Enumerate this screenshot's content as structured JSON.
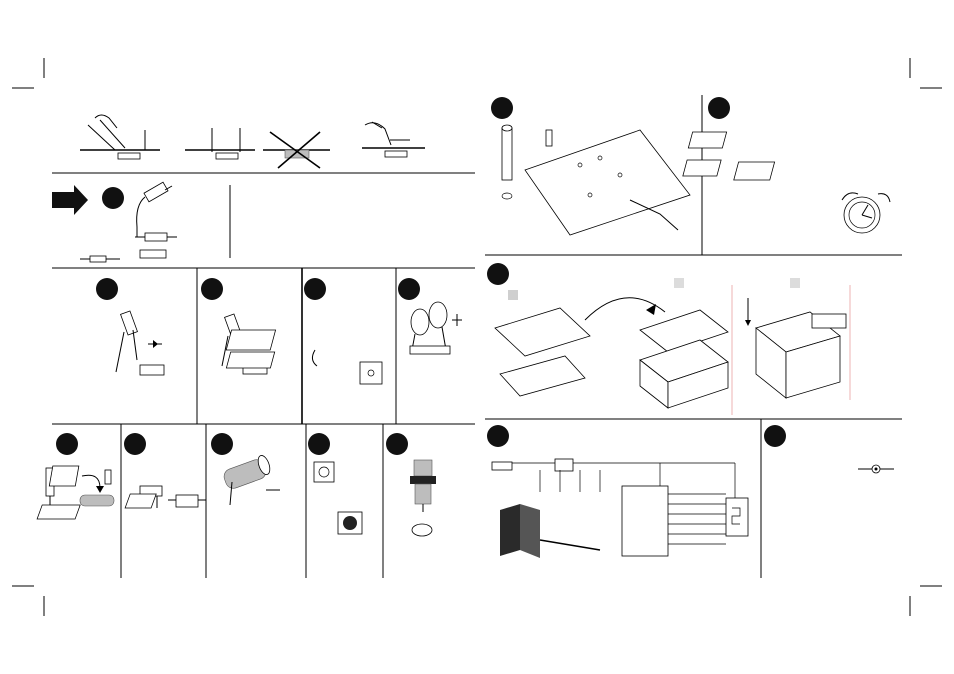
{
  "sheet": {
    "label_box_text": ""
  },
  "steps": [
    {
      "id": "resistor"
    },
    {
      "id": "diode-a"
    },
    {
      "id": "diode-b"
    },
    {
      "id": "ic-socket"
    },
    {
      "id": "ceramic-capacitor"
    },
    {
      "id": "crystal"
    },
    {
      "id": "voltage-regulator"
    },
    {
      "id": "electrolytic-capacitor"
    },
    {
      "id": "push-button"
    },
    {
      "id": "dc-jack"
    },
    {
      "id": "pcb-pins"
    },
    {
      "id": "ic-insertion"
    },
    {
      "id": "enclosure-assembly"
    },
    {
      "id": "schematic"
    },
    {
      "id": "power-connection"
    }
  ]
}
